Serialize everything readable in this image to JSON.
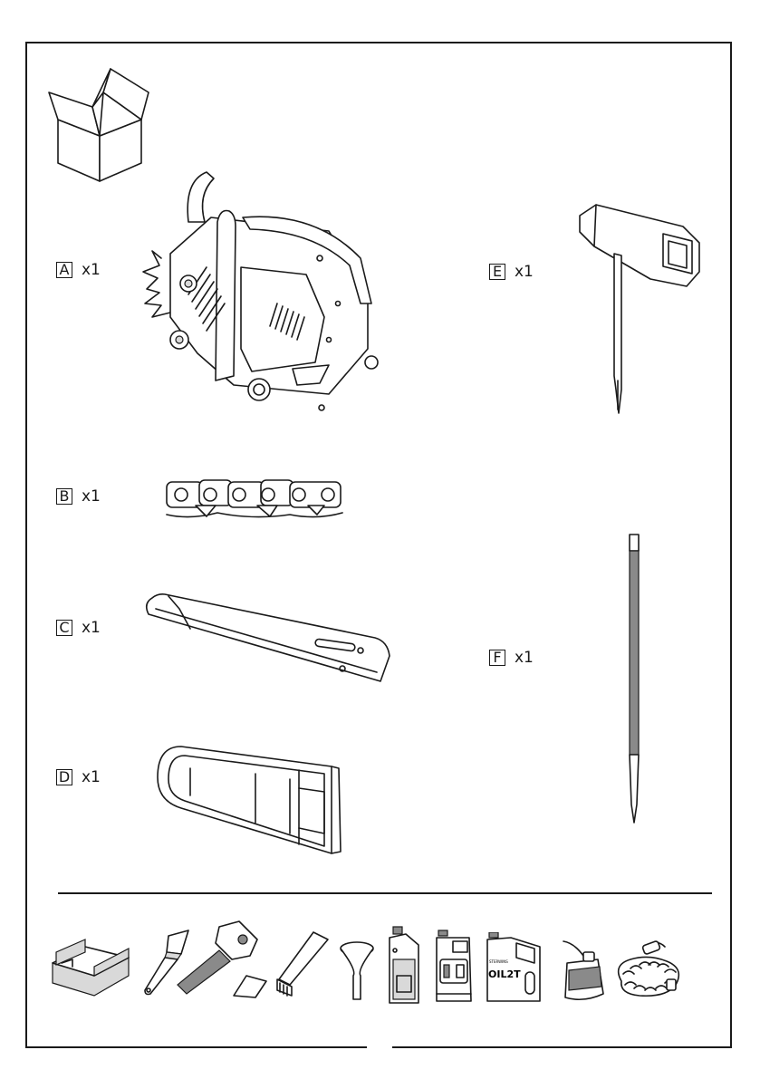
{
  "parts": [
    {
      "letter": "A",
      "qty": "x1",
      "icon": "chainsaw-icon"
    },
    {
      "letter": "B",
      "qty": "x1",
      "icon": "saw-chain-icon"
    },
    {
      "letter": "C",
      "qty": "x1",
      "icon": "guide-bar-icon"
    },
    {
      "letter": "D",
      "qty": "x1",
      "icon": "bar-cover-icon"
    },
    {
      "letter": "E",
      "qty": "x1",
      "icon": "spark-plug-wrench-icon"
    },
    {
      "letter": "F",
      "qty": "x1",
      "icon": "round-file-icon"
    }
  ],
  "tools": {
    "oil_can_label": "OIL2T",
    "oil_can_brand": "STERWINS"
  },
  "icons": [
    "open-box-icon",
    "toolbox-icon",
    "brush-icon",
    "mallet-icon",
    "wedge-icon",
    "wire-brush-icon",
    "funnel-icon",
    "chain-oil-bottle-icon",
    "fuel-canister-icon",
    "two-stroke-oil-can-icon",
    "fuel-mixing-can-icon",
    "lanyard-icon"
  ]
}
